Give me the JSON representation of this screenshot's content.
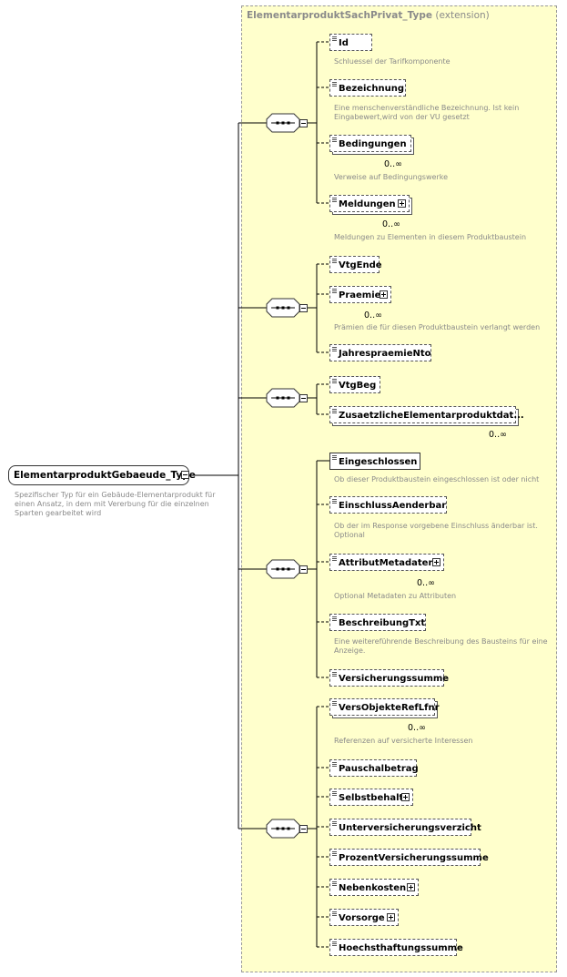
{
  "extension": {
    "type_name": "ElementarproduktSachPrivat_Type",
    "qualifier": " (extension)"
  },
  "root": {
    "name": "ElementarproduktGebaeude_Type",
    "doc": "Spezifischer Typ für ein Gebäude-Elementarprodukt für einen Ansatz, in dem mit Vererbung für die einzelnen Sparten gearbeitet wird"
  },
  "elements": [
    {
      "name": "Id"
    },
    {
      "name": "Bezeichnung"
    },
    {
      "name": "Bedingungen",
      "card": "0..∞"
    },
    {
      "name": "Meldungen",
      "card": "0..∞"
    },
    {
      "name": "VtgEnde"
    },
    {
      "name": "Praemie",
      "card": "0..∞"
    },
    {
      "name": "JahrespraemieNto"
    },
    {
      "name": "VtgBeg"
    },
    {
      "name": "ZusaetzlicheElementarproduktdat...",
      "card": "0..∞"
    },
    {
      "name": "Eingeschlossen"
    },
    {
      "name": "EinschlussAenderbar"
    },
    {
      "name": "AttributMetadaten",
      "card": "0..∞"
    },
    {
      "name": "BeschreibungTxt"
    },
    {
      "name": "Versicherungssumme"
    },
    {
      "name": "VersObjekteRefLfnr",
      "card": "0..∞"
    },
    {
      "name": "Pauschalbetrag"
    },
    {
      "name": "Selbstbehalt"
    },
    {
      "name": "Unterversicherungsverzicht"
    },
    {
      "name": "ProzentVersicherungssumme"
    },
    {
      "name": "Nebenkosten"
    },
    {
      "name": "Vorsorge"
    },
    {
      "name": "Hoechsthaftungssumme"
    }
  ],
  "docs": [
    "Schluessel der Tarifkomponente",
    "Eine menschenverständliche Bezeichnung. Ist kein Eingabewert,wird von der VU gesetzt",
    "Verweise auf Bedingungswerke",
    "Meldungen zu Elementen in diesem Produktbaustein",
    "Prämien die für diesen Produktbaustein verlangt werden",
    "Ob dieser Produktbaustein eingeschlossen ist oder nicht",
    "Ob der im Response vorgebene Einschluss änderbar ist. Optional",
    "Optional Metadaten zu Attributen",
    "Eine weitereführende Beschreibung des Bausteins für eine Anzeige.",
    "Referenzen auf versicherte Interessen"
  ]
}
